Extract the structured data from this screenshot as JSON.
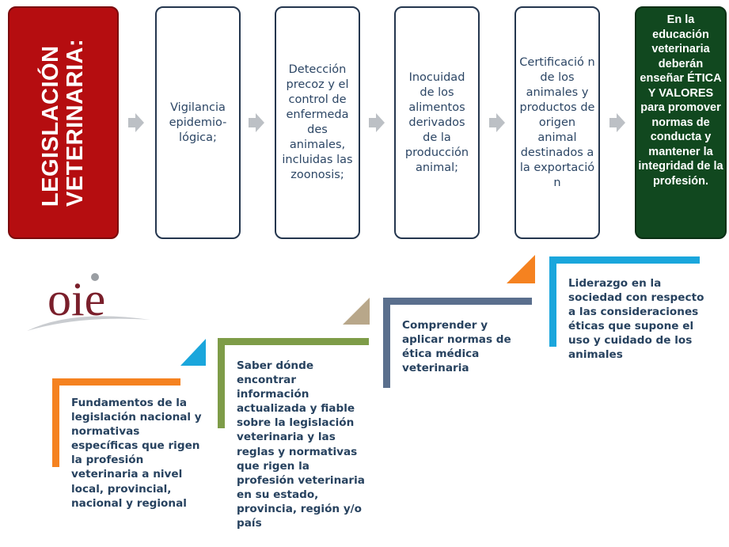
{
  "title_box": {
    "lines": [
      "LEGISLACIÓN",
      "VETERINARIA:"
    ]
  },
  "steps": [
    "Vigilancia epidemio-lógica;",
    "Detección precoz y el control de enfermeda des animales, incluidas las zoonosis;",
    "Inocuidad de los alimentos derivados de la producción animal;",
    "Certificació n de los animales y productos de origen animal destinados a la exportació n"
  ],
  "final_box": "En la educación veterinaria deberán enseñar ÉTICA Y VALORES para promover normas de conducta y mantener la integridad de la profesión.",
  "logo_text": "oie",
  "stairs": [
    "Fundamentos de la legislación nacional y normativas específicas que rigen la profesión veterinaria a nivel local, provincial, nacional y regional",
    "Saber dónde encontrar información actualizada y fiable sobre la legislación veterinaria y las reglas y normativas que rigen la profesión veterinaria en su estado, provincia, región y/o país",
    "Comprender y aplicar normas de ética médica veterinaria",
    "Liderazgo en la sociedad con respecto a las consideraciones éticas que supone el uso y cuidado de los animales"
  ],
  "colors": {
    "title_bg": "#b50d10",
    "final_bg": "#11481f",
    "step_text": "#2c4665",
    "arrow": "#bcc0c5",
    "stair1": "#f58220",
    "stair2": "#7e9c48",
    "stair3": "#5a6f8d",
    "stair4": "#1aa6dc",
    "tri1": "#1aa6dc",
    "tri2": "#b8a78a",
    "tri3": "#f58220",
    "logo": "#7a1f2b"
  }
}
